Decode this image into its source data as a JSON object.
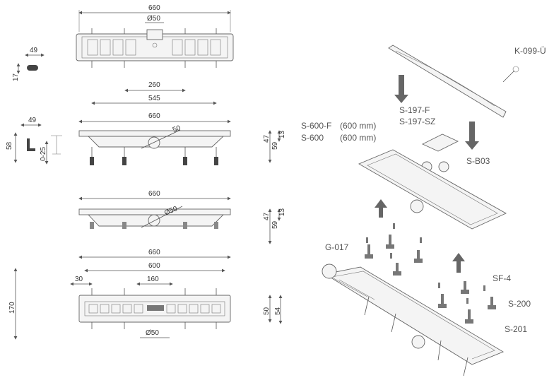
{
  "top_view": {
    "d660": "660",
    "d50": "Ø50"
  },
  "side_clip": {
    "d49": "49",
    "d17": "17"
  },
  "side_view_1": {
    "d260": "260",
    "d545": "545",
    "d660": "660",
    "d50": "50",
    "d47": "47",
    "d59": "59",
    "d13": "13"
  },
  "bracket": {
    "d49": "49",
    "d58": "58",
    "d025": "0-25"
  },
  "side_view_2": {
    "d660": "660",
    "d50": "Ø50",
    "d47": "47",
    "d59": "59",
    "d13": "13"
  },
  "front_view": {
    "d660": "660",
    "d600": "600",
    "d30": "30",
    "d160": "160",
    "d170": "170",
    "d50": "Ø50",
    "d50h": "50",
    "d54": "54"
  },
  "labels": {
    "k099": "K-099-Ü",
    "s197f": "S-197-F",
    "s197sz": "S-197-SZ",
    "s600f": "S-600-F",
    "s600f_mm": "(600 mm)",
    "s600": "S-600",
    "s600_mm": "(600 mm)",
    "sb03": "S-B03",
    "g017": "G-017",
    "sf4": "SF-4",
    "s200": "S-200",
    "s201": "S-201"
  }
}
